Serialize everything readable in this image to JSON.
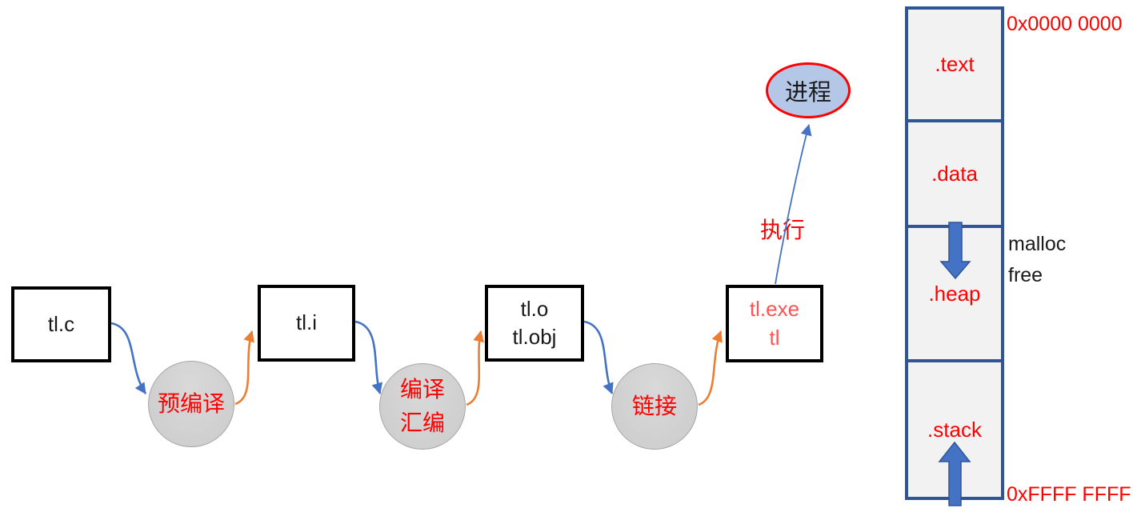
{
  "flow": {
    "files": [
      {
        "lines": [
          "tl.c"
        ]
      },
      {
        "lines": [
          "tl.i"
        ]
      },
      {
        "lines": [
          "tl.o",
          "tl.obj"
        ]
      },
      {
        "lines": [
          "tl.exe",
          "tl"
        ]
      }
    ],
    "steps": [
      {
        "lines": [
          "预编译"
        ]
      },
      {
        "lines": [
          "编译",
          "汇编"
        ]
      },
      {
        "lines": [
          "链接"
        ]
      }
    ],
    "execute_label": "执行",
    "process_label": "进程"
  },
  "memory": {
    "top_address": "0x0000 0000",
    "bottom_address": "0xFFFF FFFF",
    "segments": [
      ".text",
      ".data",
      ".heap",
      ".stack"
    ],
    "heap_annotations": [
      "malloc",
      "free"
    ],
    "heap_arrow_icon": "block-arrow-down",
    "stack_arrow_icon": "block-arrow-up"
  },
  "colors": {
    "connector_blue": "#4472c4",
    "connector_orange": "#ed7d31",
    "red_text": "#ff0000",
    "salmon_text": "#ff5252",
    "memory_border_blue": "#2f5597",
    "memory_fill": "#f2f2f2",
    "circle_fill": "#d2d2d2",
    "process_fill": "#b4c7e7",
    "box_border": "#000000"
  }
}
